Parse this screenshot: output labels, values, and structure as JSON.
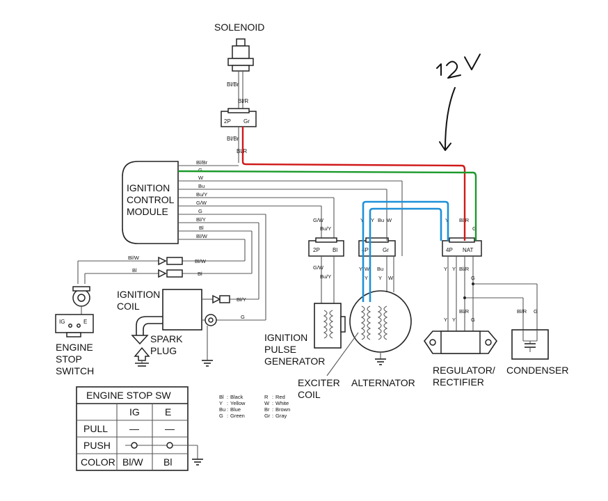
{
  "components": {
    "solenoid": "SOLENOID",
    "icm_line1": "IGNITION",
    "icm_line2": "CONTROL",
    "icm_line3": "MODULE",
    "ignition_coil_1": "IGNITION",
    "ignition_coil_2": "COIL",
    "spark_plug_1": "SPARK",
    "spark_plug_2": "PLUG",
    "engine_stop_1": "ENGINE",
    "engine_stop_2": "STOP",
    "engine_stop_3": "SWITCH",
    "pulse_gen_1": "IGNITION",
    "pulse_gen_2": "PULSE",
    "pulse_gen_3": "GENERATOR",
    "exciter_1": "EXCITER",
    "exciter_2": "COIL",
    "alternator": "ALTERNATOR",
    "regulator_1": "REGULATOR/",
    "regulator_2": "RECTIFIER",
    "condenser": "CONDENSER"
  },
  "annotation": "12 V",
  "connectors": {
    "solenoid_conn_left": "2P",
    "solenoid_conn_right": "Gr",
    "pg_conn_left": "2P",
    "pg_conn_right": "Bl",
    "alt_conn_left": "4P",
    "alt_conn_right": "Gr",
    "reg_conn_left": "4P",
    "reg_conn_right": "NAT",
    "switch_ig": "IG",
    "switch_e": "E"
  },
  "wire_labels": {
    "sol_top": "Bl/Br",
    "sol_mid": "Bl/R",
    "sol_bot1": "Bl/Br",
    "sol_bot2": "Bl/R",
    "icm_1": "Bl/Br",
    "icm_2": "G",
    "icm_3": "W",
    "icm_4": "Bu",
    "icm_5": "Bu/Y",
    "icm_6": "G/W",
    "icm_7": "G",
    "icm_8": "Bl/Y",
    "icm_9": "Bl",
    "icm_10": "Bl/W",
    "diode_left_top": "Bl/W",
    "diode_left_bot": "Bl",
    "diode_right_top": "Bl/W",
    "diode_right_bot": "Bl",
    "coil_in": "Bl/Y",
    "coil_g": "G",
    "pg_top1": "G/W",
    "pg_top2": "Bu/Y",
    "pg_bot1": "G/W",
    "pg_bot2": "Bu/Y",
    "alt_top_y1": "Y",
    "alt_top_y2": "Y",
    "alt_top_bu": "Bu",
    "alt_top_w": "W",
    "alt_bot_y": "Y",
    "alt_bot_w": "W",
    "alt_bot_bu": "Bu",
    "alt_bot_y2": "Y",
    "alt_bot_y3": "Y",
    "alt_bot_w2": "W",
    "reg_top_y": "Y",
    "reg_top_blr": "Bl/R",
    "reg_top_g": "G",
    "reg_bot_y1": "Y",
    "reg_bot_y2": "Y",
    "reg_bot_blr": "Bl/R",
    "reg_bot_g": "G",
    "reg_low_y1": "Y",
    "reg_low_y2": "Y",
    "reg_low_blr": "Bl/R",
    "reg_low_g": "G",
    "cond_blr": "Bl/R",
    "cond_g": "G"
  },
  "legend": [
    {
      "code": "Bl",
      "color": "Black"
    },
    {
      "code": "Y",
      "color": "Yellow"
    },
    {
      "code": "Bu",
      "color": "Blue"
    },
    {
      "code": "G",
      "color": "Green"
    },
    {
      "code": "R",
      "color": "Red"
    },
    {
      "code": "W",
      "color": "White"
    },
    {
      "code": "Br",
      "color": "Brown"
    },
    {
      "code": "Gr",
      "color": "Gray"
    }
  ],
  "switch_table": {
    "title": "ENGINE STOP SW",
    "col_ig": "IG",
    "col_e": "E",
    "row_pull": "PULL",
    "row_pull_ig": "—",
    "row_pull_e": "—",
    "row_push": "PUSH",
    "row_color": "COLOR",
    "row_color_ig": "Bl/W",
    "row_color_e": "Bl"
  },
  "colors": {
    "red_wire": "#d01818",
    "green_wire": "#1a9a2a",
    "blue_wire": "#1e90d8"
  }
}
